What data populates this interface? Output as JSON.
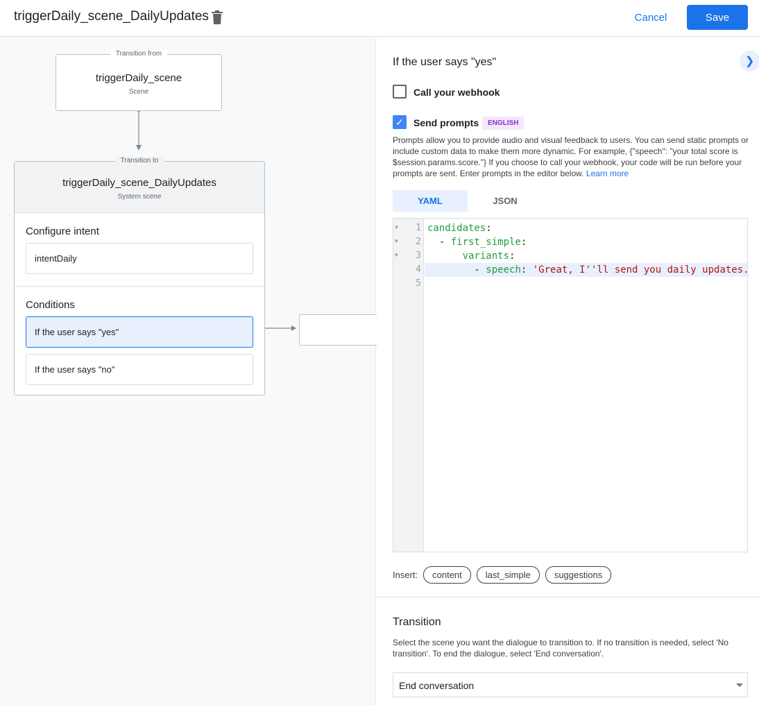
{
  "header": {
    "title": "triggerDaily_scene_DailyUpdates",
    "cancel_label": "Cancel",
    "save_label": "Save",
    "delete_icon": "trash-icon"
  },
  "canvas": {
    "from_node": {
      "legend": "Transition from",
      "name": "triggerDaily_scene",
      "type": "Scene"
    },
    "to_node": {
      "legend": "Transition to",
      "name": "triggerDaily_scene_DailyUpdates",
      "type": "System scene",
      "intent_section": "Configure intent",
      "intent": "intentDaily",
      "conditions_section": "Conditions",
      "conditions": [
        "If the user says \"yes\"",
        "If the user says \"no\""
      ]
    }
  },
  "panel": {
    "heading": "If the user says \"yes\"",
    "webhook": {
      "label": "Call your webhook",
      "checked": false
    },
    "prompts": {
      "label": "Send prompts",
      "checked": true,
      "badge": "ENGLISH",
      "description": "Prompts allow you to provide audio and visual feedback to users. You can send static prompts or include custom data to make them more dynamic. For example, {\"speech\": \"your total score is $session.params.score.\"} If you choose to call your webhook, your code will be run before your prompts are sent. Enter prompts in the editor below.",
      "learn_more": "Learn more"
    },
    "tabs": [
      {
        "label": "YAML",
        "active": true
      },
      {
        "label": "JSON",
        "active": false
      }
    ],
    "editor": {
      "line_numbers": [
        "1",
        "2",
        "3",
        "4",
        "5"
      ],
      "lines": [
        {
          "indent": "",
          "key": "candidates",
          "punct": ":",
          "value": ""
        },
        {
          "indent": "  - ",
          "key": "first_simple",
          "punct": ":",
          "value": ""
        },
        {
          "indent": "      ",
          "key": "variants",
          "punct": ":",
          "value": ""
        },
        {
          "indent": "        - ",
          "key": "speech",
          "punct": ": ",
          "value": "'Great, I''ll send you daily updates."
        },
        {
          "indent": "",
          "key": "",
          "punct": "",
          "value": ""
        }
      ]
    },
    "insert": {
      "label": "Insert:",
      "chips": [
        "content",
        "last_simple",
        "suggestions"
      ]
    },
    "transition": {
      "heading": "Transition",
      "description": "Select the scene you want the dialogue to transition to. If no transition is needed, select 'No transition'. To end the dialogue, select 'End conversation'.",
      "selected": "End conversation"
    }
  },
  "colors": {
    "accent": "#1a73e8",
    "badge_bg": "#f3e8fd",
    "badge_text": "#8430ce",
    "yaml_key": "#1e9e3e",
    "yaml_string": "#b31412"
  }
}
